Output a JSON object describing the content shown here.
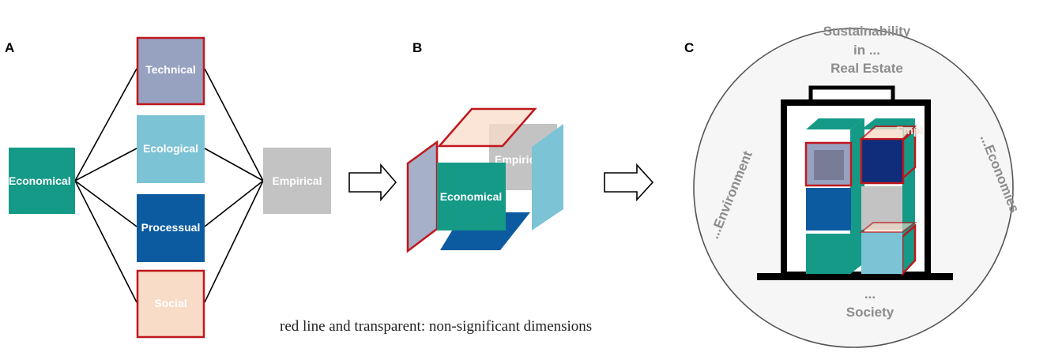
{
  "colors": {
    "economical": "#149a87",
    "technical": "#97a2c0",
    "ecological": "#7cc3d5",
    "processual": "#0c5ba0",
    "social": "#f8dcc8",
    "empirical": "#c3c3c3",
    "non_significant_border": "#c0171d",
    "frame": "#000000"
  },
  "panel_a": {
    "letter": "A",
    "left_box": "Economical",
    "middle_boxes": [
      "Technical",
      "Ecological",
      "Processual",
      "Social"
    ],
    "right_box": "Empirical"
  },
  "panel_b": {
    "letter": "B",
    "front_face": "Economical",
    "back_face": "Empiric"
  },
  "panel_c": {
    "letter": "C",
    "top_line1": "Sustainability",
    "top_line2": "in ...",
    "top_line3": "Real Estate",
    "left": "...Environment",
    "right": "...Economies",
    "bottom_line1": "...",
    "bottom_line2": "Society",
    "cube_label": "Empi"
  },
  "caption": "red line and transparent: non-significant dimensions"
}
